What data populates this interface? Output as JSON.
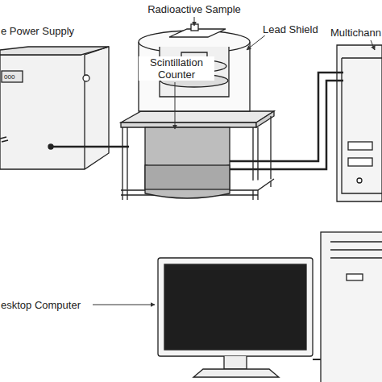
{
  "diagram": {
    "labels": [
      "e Power Supply",
      "Radioactive Sample",
      "Lead Shield",
      "Scintillation Counter",
      "Multichann",
      "000",
      "esktop Computer"
    ]
  }
}
